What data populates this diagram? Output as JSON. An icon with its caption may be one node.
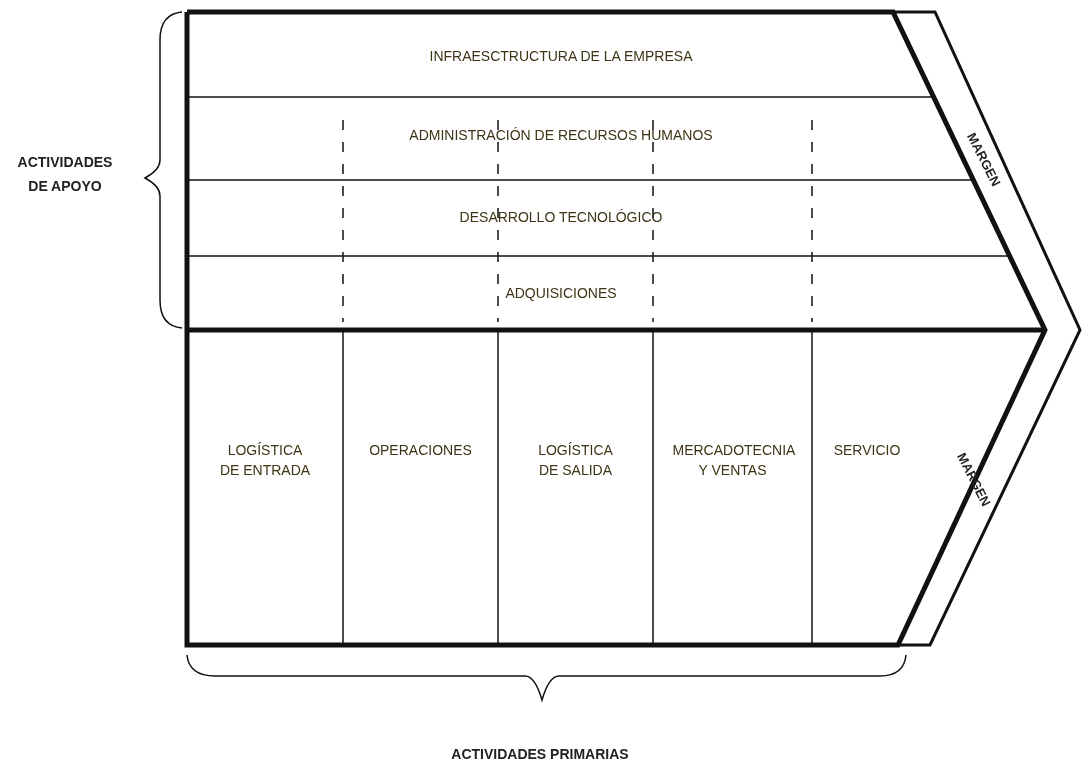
{
  "diagram": {
    "nodes": [
      {
        "text": [
          "INFRAESCTRUCTURA DE LA EMPRESA"
        ]
      },
      {
        "text": [
          "ADMINISTRACIÓN DE RECURSOS HUMANOS"
        ]
      },
      {
        "text": [
          "DESARROLLO TECNOLÓGICO"
        ]
      },
      {
        "text": [
          "ADQUISICIONES"
        ]
      },
      {
        "text": [
          "LOGÍSTICA DE ENTRADA"
        ]
      },
      {
        "text": [
          "OPERACIONES"
        ]
      },
      {
        "text": [
          "LOGÍSTICA DE SALIDA"
        ]
      },
      {
        "text": [
          "MERCADOTECNIA Y VENTAS"
        ]
      },
      {
        "text": [
          "SERVICIO"
        ]
      },
      {
        "text": [
          "MARGEN"
        ]
      },
      {
        "text": [
          "MARGEN"
        ]
      }
    ],
    "labels": [
      "ACTIVIDADES DE APOYO",
      "ACTIVIDADES PRIMARIAS"
    ]
  }
}
